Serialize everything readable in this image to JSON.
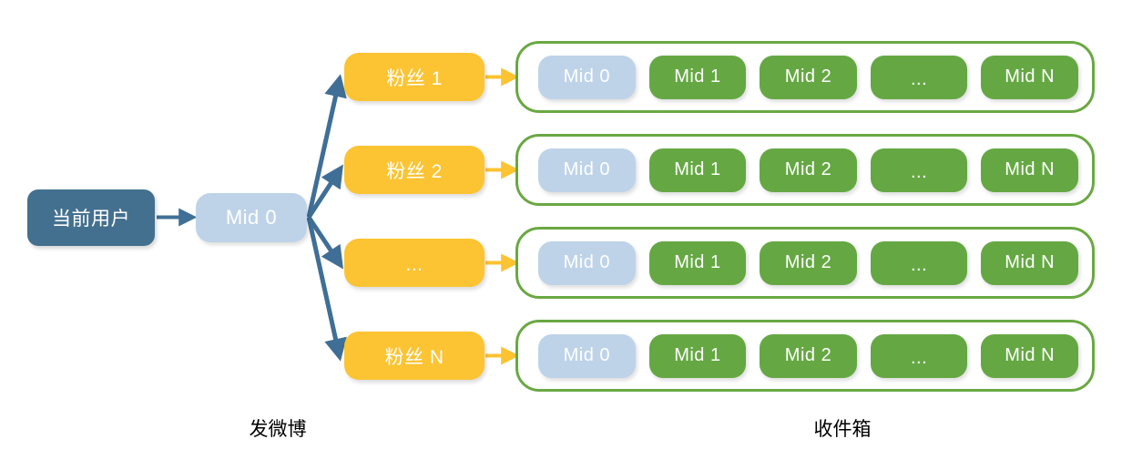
{
  "diagram": {
    "title_left_caption": "发微博",
    "title_right_caption": "收件箱",
    "source": {
      "user_box_label": "当前用户",
      "mid_label": "Mid 0"
    },
    "fanout": {
      "items": [
        {
          "label": "粉丝 1"
        },
        {
          "label": "粉丝 2"
        },
        {
          "label": "..."
        },
        {
          "label": "粉丝 N"
        }
      ]
    },
    "inbox": {
      "rows": [
        {
          "pills": [
            {
              "label": "Mid 0",
              "style": "blue"
            },
            {
              "label": "Mid 1",
              "style": "green"
            },
            {
              "label": "Mid 2",
              "style": "green"
            },
            {
              "label": "...",
              "style": "green"
            },
            {
              "label": "Mid N",
              "style": "green"
            }
          ]
        },
        {
          "pills": [
            {
              "label": "Mid 0",
              "style": "blue"
            },
            {
              "label": "Mid 1",
              "style": "green"
            },
            {
              "label": "Mid 2",
              "style": "green"
            },
            {
              "label": "...",
              "style": "green"
            },
            {
              "label": "Mid N",
              "style": "green"
            }
          ]
        },
        {
          "pills": [
            {
              "label": "Mid 0",
              "style": "blue"
            },
            {
              "label": "Mid 1",
              "style": "green"
            },
            {
              "label": "Mid 2",
              "style": "green"
            },
            {
              "label": "...",
              "style": "green"
            },
            {
              "label": "Mid N",
              "style": "green"
            }
          ]
        },
        {
          "pills": [
            {
              "label": "Mid 0",
              "style": "blue"
            },
            {
              "label": "Mid 1",
              "style": "green"
            },
            {
              "label": "Mid 2",
              "style": "green"
            },
            {
              "label": "...",
              "style": "green"
            },
            {
              "label": "Mid N",
              "style": "green"
            }
          ]
        }
      ]
    },
    "colors": {
      "user_box": "#44708f",
      "source_mid": "#bed3e8",
      "fanout_box": "#fcc433",
      "inbox_border": "#6aa843",
      "inbox_pill": "#65a843",
      "inbox_pill_first": "#bed3e8",
      "blue_arrow": "#3f6f96",
      "yellow_arrow": "#fcc332",
      "caption_text": "#000000"
    }
  }
}
